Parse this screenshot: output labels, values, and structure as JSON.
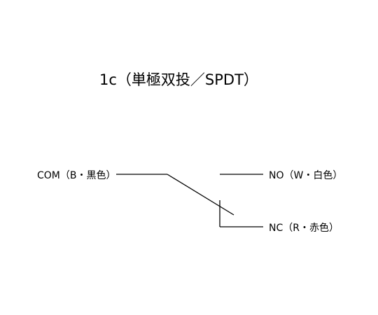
{
  "title": "1c（単極双投／SPDT）",
  "terminals": {
    "com": "COM（B・黒色）",
    "no": "NO（W・白色）",
    "nc": "NC（R・赤色）"
  },
  "colors": {
    "line": "#000000",
    "background": "#ffffff"
  }
}
